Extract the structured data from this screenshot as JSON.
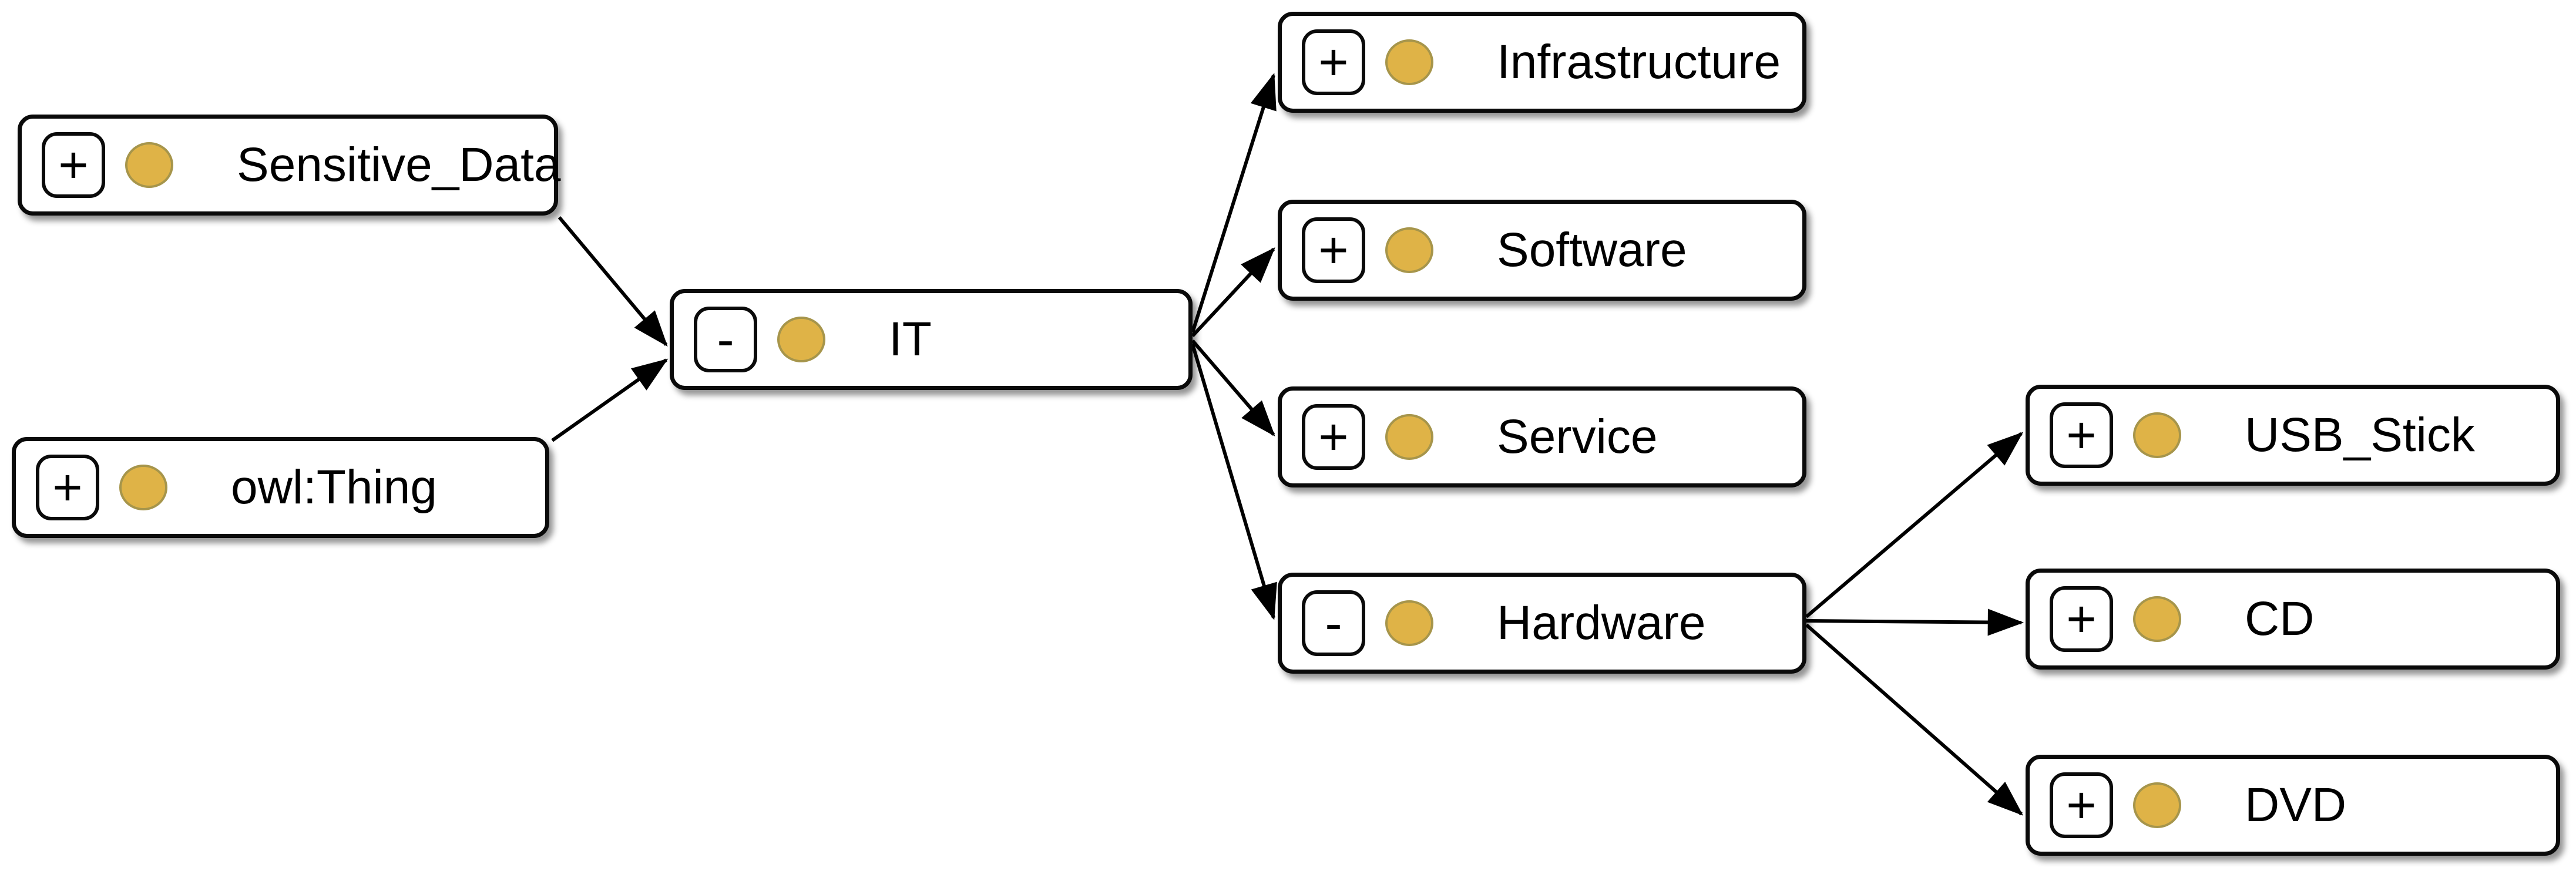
{
  "diagram": {
    "kind": "ontology-class-graph",
    "background_color": "#FFFFFF",
    "node_fill_color": "#FFFFFF",
    "node_border_color": "#000000",
    "edge_color": "#000000",
    "class_icon": {
      "name": "owl-class-icon",
      "fill_color": "#DFB347",
      "border_color": "#A6954B"
    }
  },
  "nodes": [
    {
      "id": "Sensitive_Data",
      "label": "Sensitive_Data",
      "toggle": "+",
      "expanded": false
    },
    {
      "id": "owl:Thing",
      "label": "owl:Thing",
      "toggle": "+",
      "expanded": false
    },
    {
      "id": "IT",
      "label": "IT",
      "toggle": "-",
      "expanded": true
    },
    {
      "id": "Infrastructure",
      "label": "Infrastructure",
      "toggle": "+",
      "expanded": false
    },
    {
      "id": "Software",
      "label": "Software",
      "toggle": "+",
      "expanded": false
    },
    {
      "id": "Service",
      "label": "Service",
      "toggle": "+",
      "expanded": false
    },
    {
      "id": "Hardware",
      "label": "Hardware",
      "toggle": "-",
      "expanded": true
    },
    {
      "id": "USB_Stick",
      "label": "USB_Stick",
      "toggle": "+",
      "expanded": false
    },
    {
      "id": "CD",
      "label": "CD",
      "toggle": "+",
      "expanded": false
    },
    {
      "id": "DVD",
      "label": "DVD",
      "toggle": "+",
      "expanded": false
    }
  ],
  "edges": [
    {
      "from": "Sensitive_Data",
      "to": "IT"
    },
    {
      "from": "owl:Thing",
      "to": "IT"
    },
    {
      "from": "IT",
      "to": "Infrastructure"
    },
    {
      "from": "IT",
      "to": "Software"
    },
    {
      "from": "IT",
      "to": "Service"
    },
    {
      "from": "IT",
      "to": "Hardware"
    },
    {
      "from": "Hardware",
      "to": "USB_Stick"
    },
    {
      "from": "Hardware",
      "to": "CD"
    },
    {
      "from": "Hardware",
      "to": "DVD"
    }
  ]
}
